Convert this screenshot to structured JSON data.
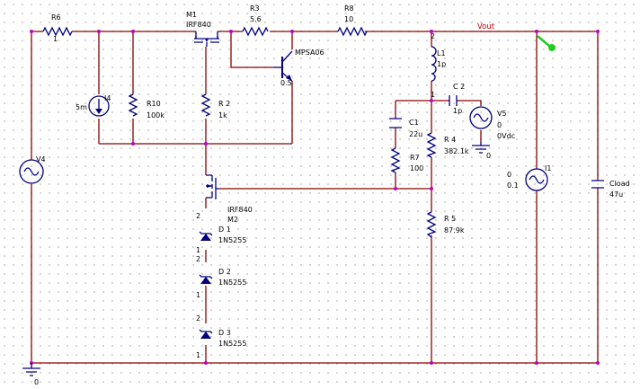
{
  "components": {
    "R6": {
      "ref": "R6",
      "value": "1"
    },
    "M1": {
      "ref": "M1",
      "value": "IRF840"
    },
    "R3": {
      "ref": "R3",
      "value": "5.6"
    },
    "R8": {
      "ref": "R8",
      "value": "10"
    },
    "Q1": {
      "value": "MPSA06",
      "param": "0.5"
    },
    "I4": {
      "ref": "I4",
      "value": "5m"
    },
    "R10": {
      "ref": "R10",
      "value": "100k"
    },
    "R2": {
      "ref": "R 2",
      "value": "1k"
    },
    "L1": {
      "ref": "L1",
      "value": "1p"
    },
    "C2": {
      "ref": "C 2",
      "value": "1p"
    },
    "V5": {
      "ref": "V5",
      "value1": "0",
      "value2": "0Vdc"
    },
    "C1": {
      "ref": "C1",
      "value": "22u"
    },
    "R7": {
      "ref": "R7",
      "value": "100"
    },
    "R4": {
      "ref": "R 4",
      "value": "382.1k"
    },
    "V4": {
      "ref": "V4"
    },
    "M2": {
      "ref": "M2",
      "value": "IRF840"
    },
    "R5": {
      "ref": "R 5",
      "value": "87.9k"
    },
    "I1": {
      "ref": "I1",
      "value1": "0",
      "value2": "0.1"
    },
    "Cload": {
      "ref": "Cload",
      "value": "47u"
    },
    "D1": {
      "ref": "D 1",
      "value": "1N5255"
    },
    "D2": {
      "ref": "D 2",
      "value": "1N5255"
    },
    "D3": {
      "ref": "D 3",
      "value": "1N5255"
    }
  },
  "nets": {
    "vout": "Vout"
  },
  "pins": {
    "one": "1",
    "two": "2"
  },
  "grounds": {
    "main": "0",
    "v5": "0"
  },
  "colors": {
    "wire": "#8b0000",
    "component": "#000080",
    "junction": "#c000c0",
    "net_label": "#c00000",
    "probe": "#22cc22"
  }
}
